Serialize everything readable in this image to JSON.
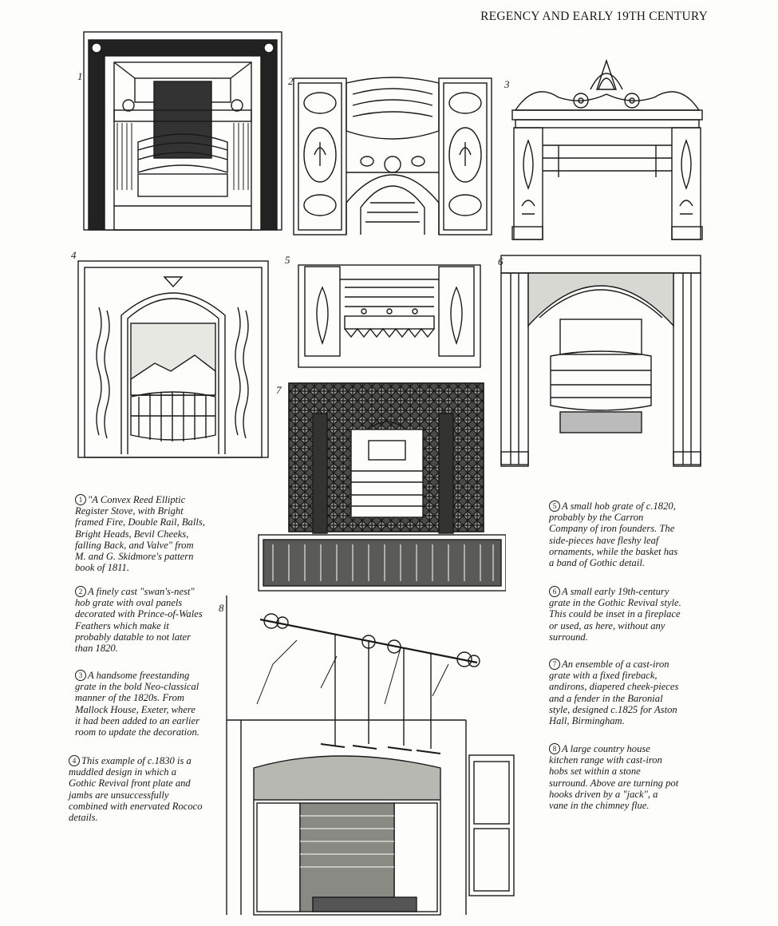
{
  "header": {
    "title": "REGENCY AND EARLY 19TH CENTURY"
  },
  "figures": [
    {
      "number": "1"
    },
    {
      "number": "2"
    },
    {
      "number": "3"
    },
    {
      "number": "4"
    },
    {
      "number": "5"
    },
    {
      "number": "6"
    },
    {
      "number": "7"
    },
    {
      "number": "8"
    }
  ],
  "captions": [
    {
      "number": "1",
      "text": "\"A Convex Reed Elliptic\nRegister Stove, with Bright\nframed Fire, Double Rail, Balls,\nBright Heads, Bevil Cheeks,\nfalling Back, and Valve\" from\nM. and G. Skidmore's pattern\nbook of 1811."
    },
    {
      "number": "2",
      "text": "A finely cast \"swan's-nest\"\nhob grate with oval panels\ndecorated with Prince-of-Wales\nFeathers which make it\nprobably datable to not later\nthan 1820."
    },
    {
      "number": "3",
      "text": "A handsome freestanding\ngrate in the bold Neo-classical\nmanner of the 1820s. From\nMallock House, Exeter, where\nit had been added to an earlier\nroom to update the decoration."
    },
    {
      "number": "4",
      "text": "This example of c.1830 is a\nmuddled design in which a\nGothic Revival front plate and\njambs are unsuccessfully\ncombined with enervated Rococo\ndetails."
    },
    {
      "number": "5",
      "text": "A small hob grate of c.1820,\nprobably by the Carron\nCompany of iron founders. The\nside-pieces have fleshy leaf\nornaments, while the basket has\na band of Gothic detail."
    },
    {
      "number": "6",
      "text": "A small early 19th-century\ngrate in the Gothic Revival style.\nThis could be inset in a fireplace\nor used, as here, without any\nsurround."
    },
    {
      "number": "7",
      "text": "An ensemble of a cast-iron\ngrate with a fixed fireback,\nandirons, diapered cheek-pieces\nand a fender in the Baronial\nstyle, designed c.1825 for Aston\nHall, Birmingham."
    },
    {
      "number": "8",
      "text": "A large country house\nkitchen range with cast-iron\nhobs set within a stone\nsurround. Above are turning pot\nhooks driven by a \"jack\", a\nvane in the chimney flue."
    }
  ]
}
